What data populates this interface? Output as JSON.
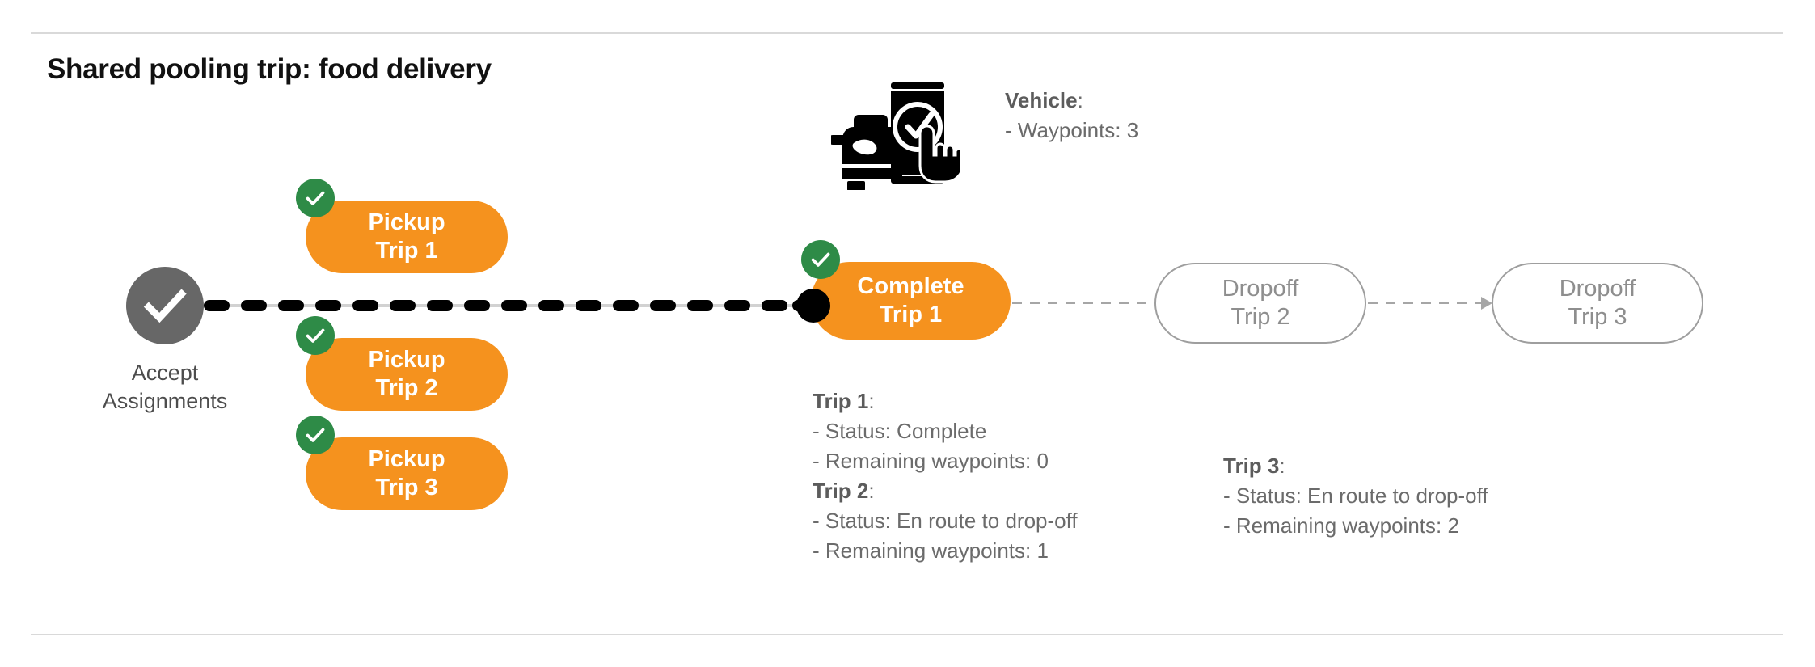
{
  "page": {
    "title": "Shared pooling trip: food delivery"
  },
  "colors": {
    "accent_orange": "#F5921E",
    "check_green": "#2E8B47",
    "accept_gray": "#676767",
    "outline_gray": "#9e9e9e",
    "text_gray": "#6b6b6b",
    "rule_gray": "#d9d9d9",
    "edge_black": "#000000",
    "edge_gray": "#a6a6a6"
  },
  "flow": {
    "start_node": {
      "icon": "check-circle-icon",
      "label_line1": "Accept",
      "label_line2": "Assignments"
    },
    "pickups": [
      {
        "line1": "Pickup",
        "line2": "Trip 1",
        "checked": true
      },
      {
        "line1": "Pickup",
        "line2": "Trip 2",
        "checked": true
      },
      {
        "line1": "Pickup",
        "line2": "Trip 3",
        "checked": true
      }
    ],
    "complete": {
      "line1": "Complete",
      "line2": "Trip 1",
      "checked": true
    },
    "dropoffs": [
      {
        "line1": "Dropoff",
        "line2": "Trip 2",
        "checked": false
      },
      {
        "line1": "Dropoff",
        "line2": "Trip 3",
        "checked": false
      }
    ]
  },
  "annotations": {
    "vehicle": {
      "icon": "vehicle-phone-check-icon",
      "heading": "Vehicle",
      "heading_suffix": ":",
      "rows": [
        "- Waypoints: 3"
      ]
    },
    "trip1": {
      "heading": "Trip 1",
      "heading_suffix": ":",
      "rows": [
        "- Status:  Complete",
        "- Remaining waypoints: 0"
      ]
    },
    "trip2": {
      "heading": "Trip 2",
      "heading_suffix": ":",
      "rows": [
        "- Status:  En route to drop-off",
        "- Remaining waypoints: 1"
      ]
    },
    "trip3": {
      "heading": "Trip 3",
      "heading_suffix": ":",
      "rows": [
        "- Status:  En route to drop-off",
        "- Remaining waypoints: 2"
      ]
    }
  }
}
